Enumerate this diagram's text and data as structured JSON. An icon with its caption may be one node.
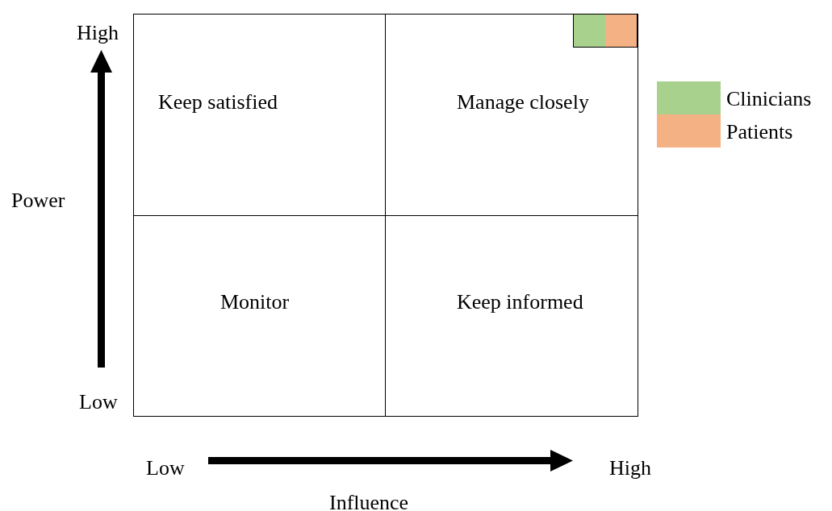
{
  "diagram": {
    "nodes": [
      {
        "text": [
          "Keep satisfied"
        ]
      },
      {
        "text": [
          "Manage closely"
        ]
      },
      {
        "text": [
          "Monitor"
        ]
      },
      {
        "text": [
          "Keep informed"
        ]
      },
      {
        "text": [],
        "shape": "box",
        "in": 1
      },
      {
        "text": [],
        "shape": "box",
        "in": 1
      }
    ],
    "edges": [],
    "labels": [
      "High",
      "Power",
      "Low",
      "Low",
      "High",
      "Influence"
    ],
    "legend": [
      {
        "text": "Clinicians",
        "color": "#a9d18e"
      },
      {
        "text": "Patients",
        "color": "#f4b183"
      }
    ]
  }
}
